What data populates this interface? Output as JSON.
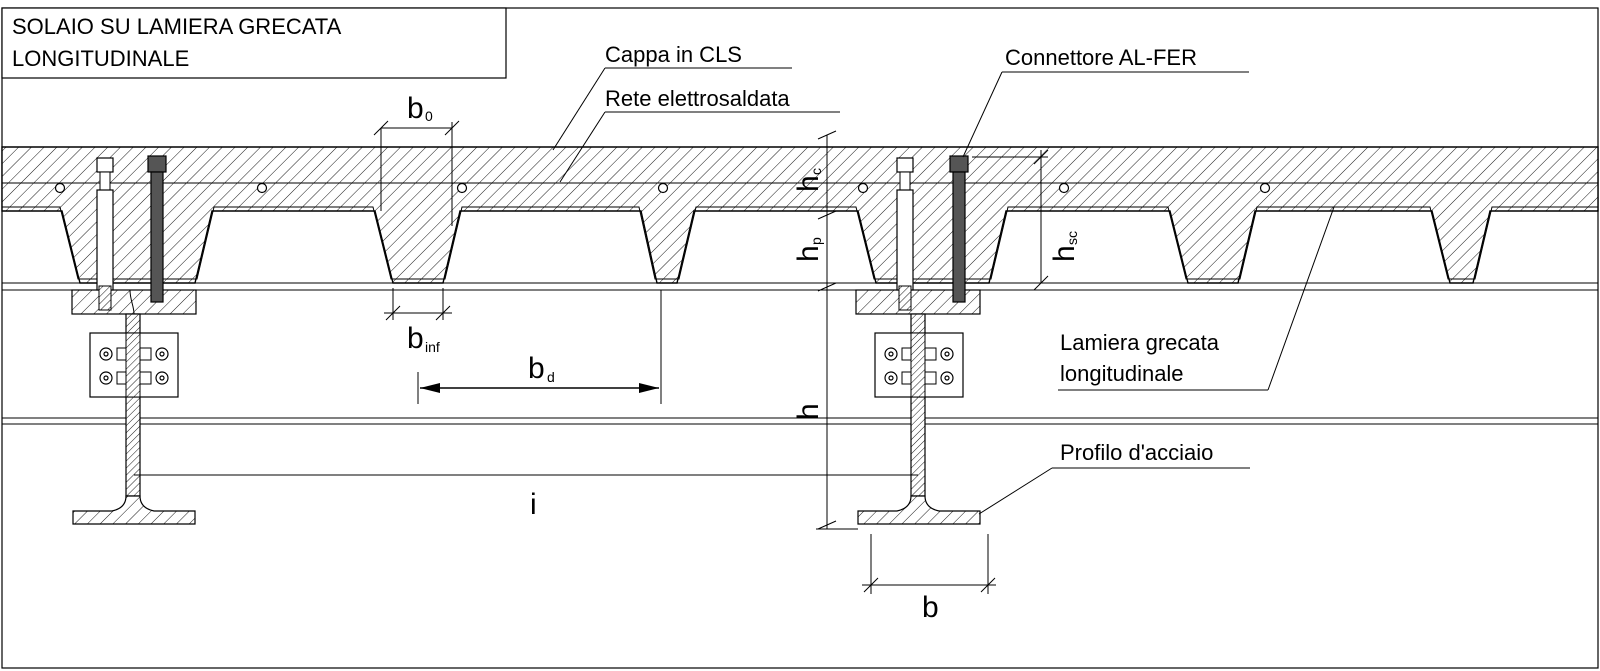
{
  "title_block": {
    "line1": "SOLAIO SU LAMIERA GRECATA",
    "line2": "LONGITUDINALE"
  },
  "labels": {
    "cappa": "Cappa in CLS",
    "rete": "Rete elettrosaldata",
    "connettore": "Connettore AL-FER",
    "lamiera_line1": "Lamiera grecata",
    "lamiera_line2": "longitudinale",
    "profilo": "Profilo d'acciaio"
  },
  "dimensions": {
    "b0": {
      "main": "b",
      "sub": "0"
    },
    "binf": {
      "main": "b",
      "sub": "inf"
    },
    "bd": {
      "main": "b",
      "sub": "d"
    },
    "hc": {
      "main": "h",
      "sub": "c"
    },
    "hp": {
      "main": "h",
      "sub": "p"
    },
    "hsc": {
      "main": "h",
      "sub": "sc"
    },
    "h": {
      "main": "h"
    },
    "i": {
      "main": "i"
    },
    "b": {
      "main": "b"
    }
  },
  "colors": {
    "line": "#000000",
    "hatch": "#1a1a1a",
    "background": "#ffffff",
    "bolt": "#555555"
  }
}
